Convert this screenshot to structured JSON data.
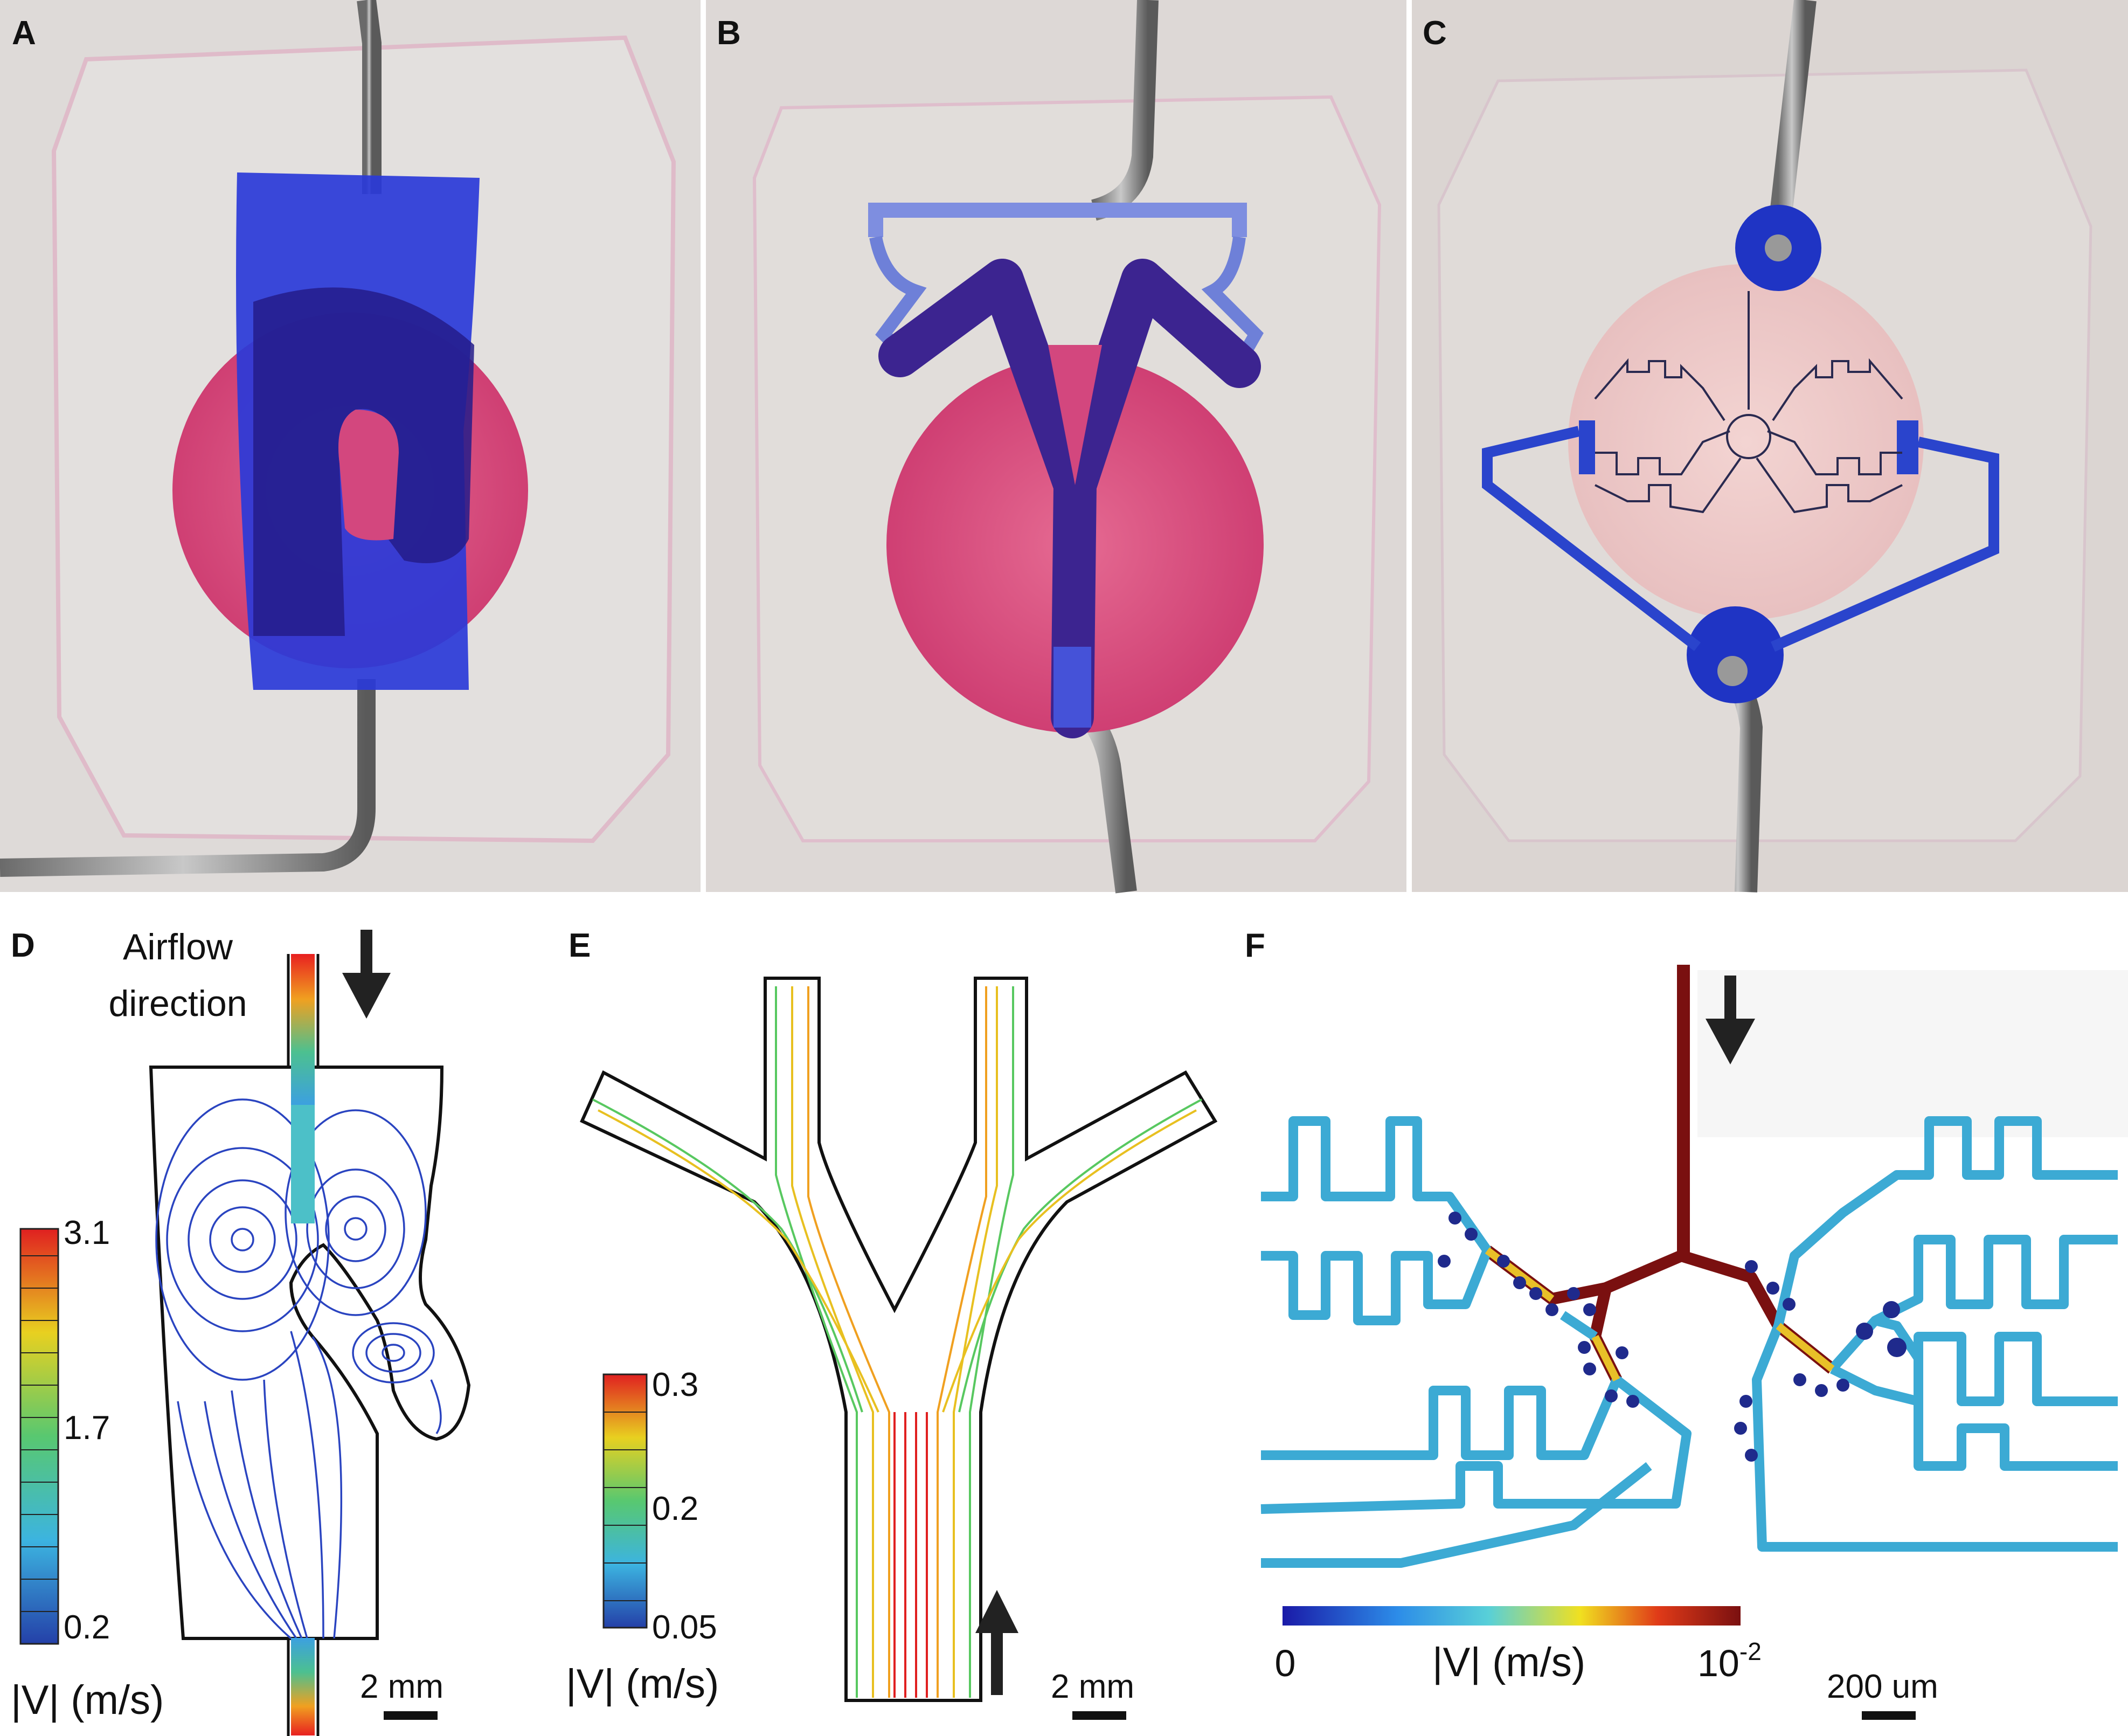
{
  "panels": {
    "a": {
      "letter": "A"
    },
    "b": {
      "letter": "B"
    },
    "c": {
      "letter": "C"
    },
    "d": {
      "letter": "D",
      "annotation_line1": "Airflow",
      "annotation_line2": "direction",
      "colorbar_ticks": [
        "3.1",
        "1.7",
        "0.2"
      ],
      "unit": "|V| (m/s)",
      "scale": "2 mm"
    },
    "e": {
      "letter": "E",
      "colorbar_ticks": [
        "0.3",
        "0.2",
        "0.05"
      ],
      "unit": "|V| (m/s)",
      "scale": "2 mm"
    },
    "f": {
      "letter": "F",
      "cbar_min": "0",
      "unit": "|V| (m/s)",
      "cbar_max_base": "10",
      "cbar_max_exp": "-2",
      "scale": "200 um"
    }
  },
  "colors": {
    "dye_blue": "#2233cc",
    "tissue_pink": "#d9507e",
    "chip_background": "#dcd6d3",
    "streamline_blue": "#2244bb",
    "velocity_red": "#d42020",
    "velocity_dark_red": "#7a1010",
    "channel_cyan": "#4cc4dc"
  }
}
